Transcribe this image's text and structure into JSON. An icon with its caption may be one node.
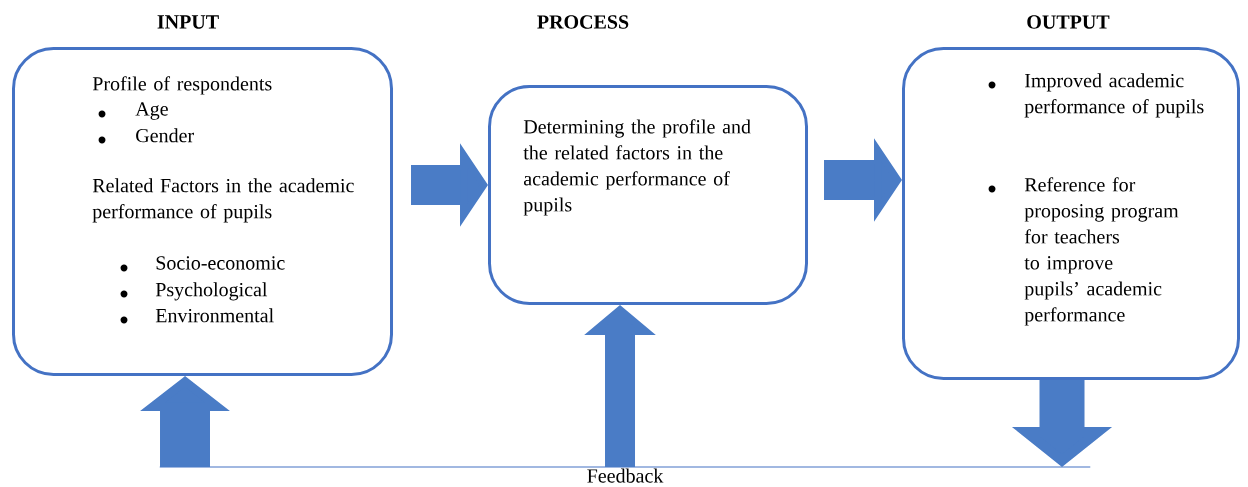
{
  "diagram": {
    "nodes": [
      {
        "text": [
          "INPUT",
          "Profile of respondents",
          "Age",
          "Gender",
          "Related Factors in the academic performance of pupils",
          "Socio-economic",
          "Psychological",
          "Environmental"
        ]
      },
      {
        "text": [
          "PROCESS",
          "Determining the profile and the related factors in the academic performance of pupils"
        ]
      },
      {
        "text": [
          "OUTPUT",
          "Improved academic performance of pupils",
          "Reference for proposing program for teachers to improve pupils’ academic performance"
        ]
      },
      {
        "text": [
          "Feedback"
        ]
      }
    ],
    "edges": [
      {
        "from": 0,
        "to": 1,
        "arrow": "to"
      },
      {
        "from": 1,
        "to": 2,
        "arrow": "to"
      },
      {
        "from": 2,
        "to": 3,
        "arrow": "to"
      },
      {
        "from": 3,
        "to": 0,
        "arrow": "to"
      },
      {
        "from": 3,
        "to": 1,
        "arrow": "to"
      }
    ]
  }
}
